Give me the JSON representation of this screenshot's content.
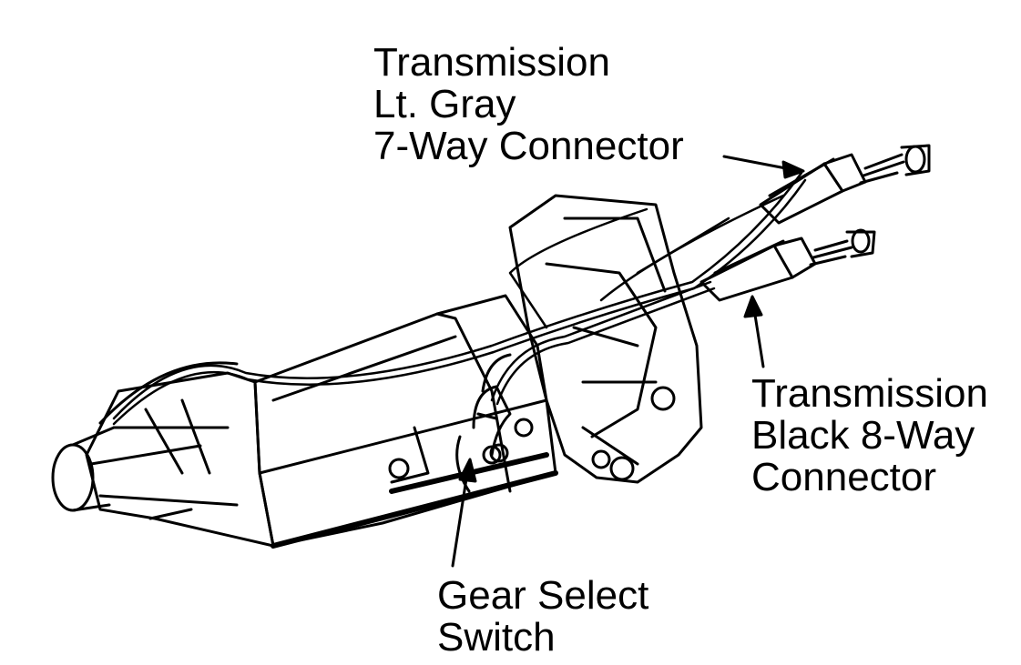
{
  "labels": {
    "gray_connector": [
      "Transmission",
      "Lt. Gray",
      "7-Way Connector"
    ],
    "black_connector": [
      "Transmission",
      "Black 8-Way",
      "Connector"
    ],
    "gear_switch": [
      "Gear Select",
      "Switch"
    ]
  },
  "colors": {
    "ink": "#000000",
    "paper": "#ffffff"
  }
}
